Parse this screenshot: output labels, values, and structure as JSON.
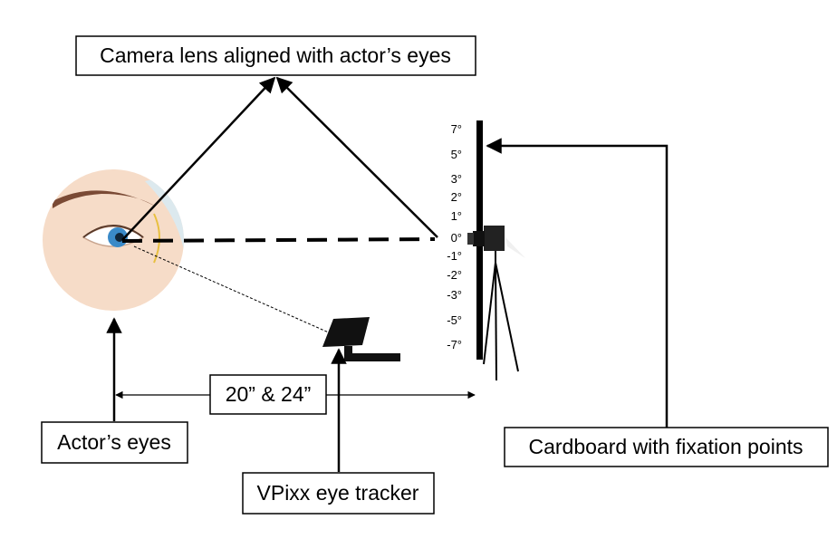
{
  "labels": {
    "camera_lens": "Camera lens aligned with actor’s eyes",
    "distance": "20” & 24”",
    "actor_eyes": "Actor’s eyes",
    "eye_tracker": "VPixx eye tracker",
    "cardboard": "Cardboard with fixation points"
  },
  "fixation_points": [
    "7°",
    "5°",
    "3°",
    "2°",
    "1°",
    "0°",
    "-1°",
    "-2°",
    "-3°",
    "-5°",
    "-7°"
  ],
  "colors": {
    "skin": "#f6dcc8",
    "eyebrow": "#7a4a35",
    "iris": "#3a8ac8",
    "lens_highlight": "#d6ecf8",
    "line": "#000000"
  }
}
